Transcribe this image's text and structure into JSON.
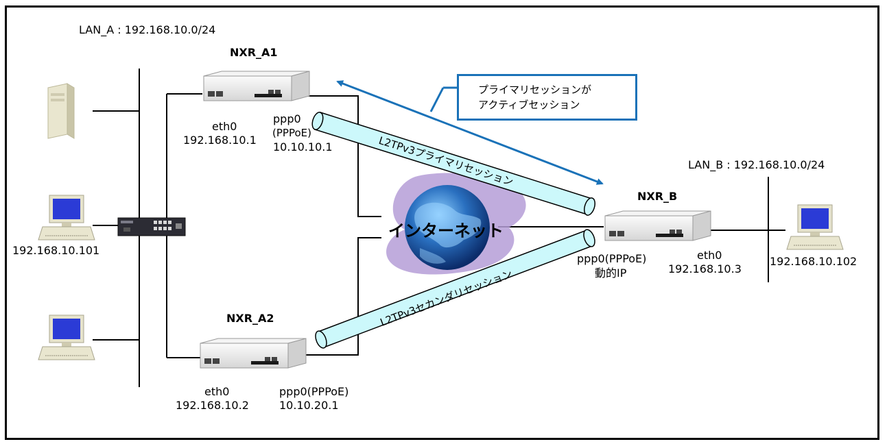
{
  "lan_a": "LAN_A : 192.168.10.0/24",
  "lan_b": "LAN_B : 192.168.10.0/24",
  "routers": {
    "a1": "NXR_A1",
    "a2": "NXR_A2",
    "b": "NXR_B"
  },
  "a1": {
    "eth0": "eth0",
    "eth0_ip": "192.168.10.1",
    "ppp0": "ppp0",
    "pppoe": "(PPPoE)",
    "ppp0_ip": "10.10.10.1"
  },
  "a2": {
    "eth0": "eth0",
    "eth0_ip": "192.168.10.2",
    "ppp0": "ppp0(PPPoE)",
    "ppp0_ip": "10.10.20.1"
  },
  "b": {
    "ppp0": "ppp0(PPPoE)",
    "dynamic": "動的IP",
    "eth0": "eth0",
    "eth0_ip": "192.168.10.3"
  },
  "hosts": {
    "pc1": "192.168.10.101",
    "pc2": "192.168.10.102"
  },
  "internet": "インターネット",
  "tunnels": {
    "primary": "L2TPv3プライマリセッション",
    "secondary": "L2TPv3セカンダリセッション"
  },
  "callout": {
    "line1": "プライマリセッションが",
    "line2": "アクティブセッション"
  },
  "colors": {
    "callout_border": "#1a72b8",
    "arrow": "#1a72b8",
    "tunnel_fill": "#ccf8fb"
  },
  "icons": [
    "server-icon",
    "desktop-pc-icon",
    "switch-icon",
    "router-icon",
    "globe-icon"
  ]
}
